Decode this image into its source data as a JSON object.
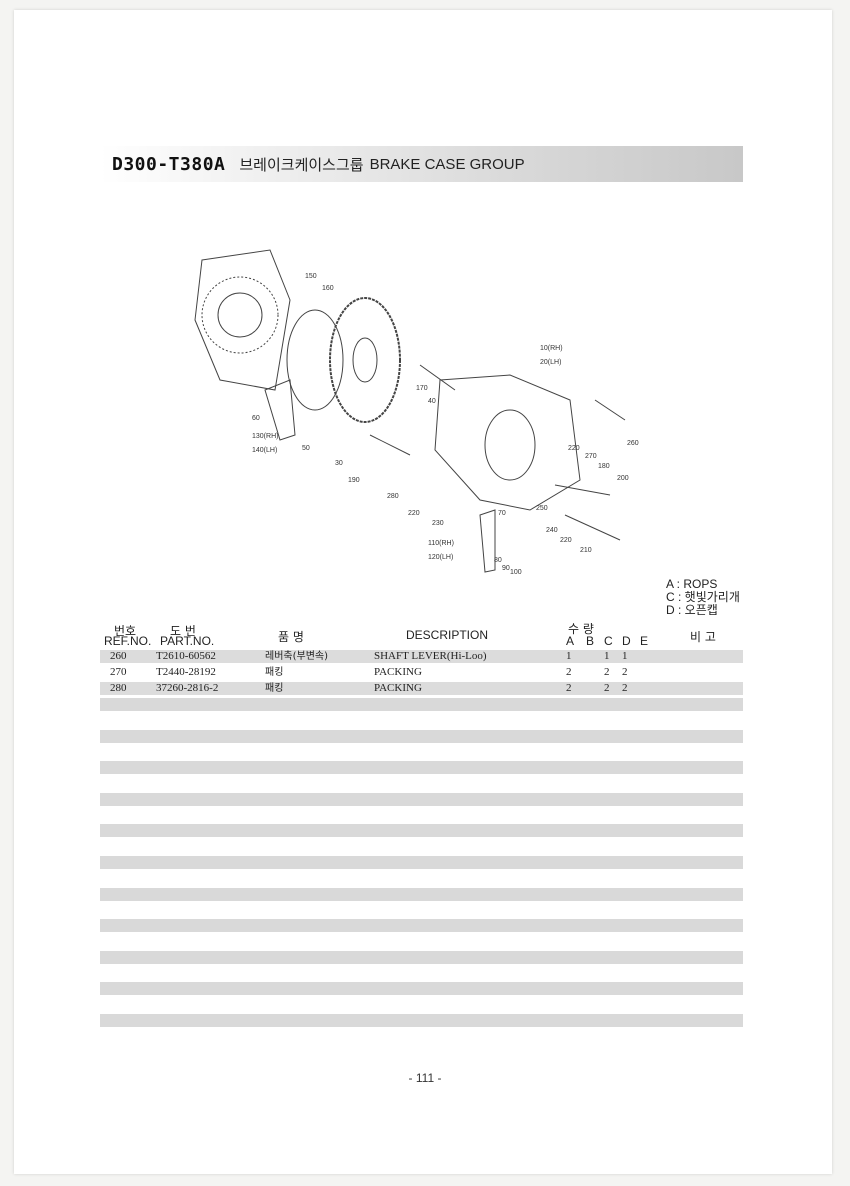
{
  "header": {
    "code": "D300-T380A",
    "title_kor": "브레이크케이스그룹",
    "title_eng": "BRAKE CASE GROUP"
  },
  "diagram": {
    "callouts": [
      "150",
      "160",
      "10(RH)",
      "20(LH)",
      "170",
      "40",
      "60",
      "130(RH)",
      "140(LH)",
      "50",
      "30",
      "190",
      "260",
      "220",
      "270",
      "180",
      "200",
      "280",
      "220",
      "230",
      "70",
      "250",
      "240",
      "220",
      "210",
      "110(RH)",
      "120(LH)",
      "80",
      "90",
      "100"
    ]
  },
  "legend": {
    "a": "A : ROPS",
    "c": "C : 햇빛가리개",
    "d": "D : 오픈캡"
  },
  "table": {
    "hdr_ref_kor": "번호",
    "hdr_ref": "REF.NO.",
    "hdr_part_kor": "도    번",
    "hdr_part": "PART.NO.",
    "hdr_name_kor": "품      명",
    "hdr_desc": "DESCRIPTION",
    "hdr_qty_kor": "수      량",
    "hdr_a": "A",
    "hdr_b": "B",
    "hdr_c": "C",
    "hdr_d": "D",
    "hdr_e": "E",
    "hdr_remark_kor": "비  고",
    "rows": [
      {
        "ref": "260",
        "part": "T2610-60562",
        "name": "레버축(부변속)",
        "desc": "SHAFT LEVER(Hi-Loo)",
        "a": "1",
        "b": "",
        "c": "1",
        "d": "1"
      },
      {
        "ref": "270",
        "part": "T2440-28192",
        "name": "패킹",
        "desc": "PACKING",
        "a": "2",
        "b": "",
        "c": "2",
        "d": "2"
      },
      {
        "ref": "280",
        "part": "37260-2816-2",
        "name": "패킹",
        "desc": "PACKING",
        "a": "2",
        "b": "",
        "c": "2",
        "d": "2"
      }
    ]
  },
  "page_number": "- 111 -"
}
